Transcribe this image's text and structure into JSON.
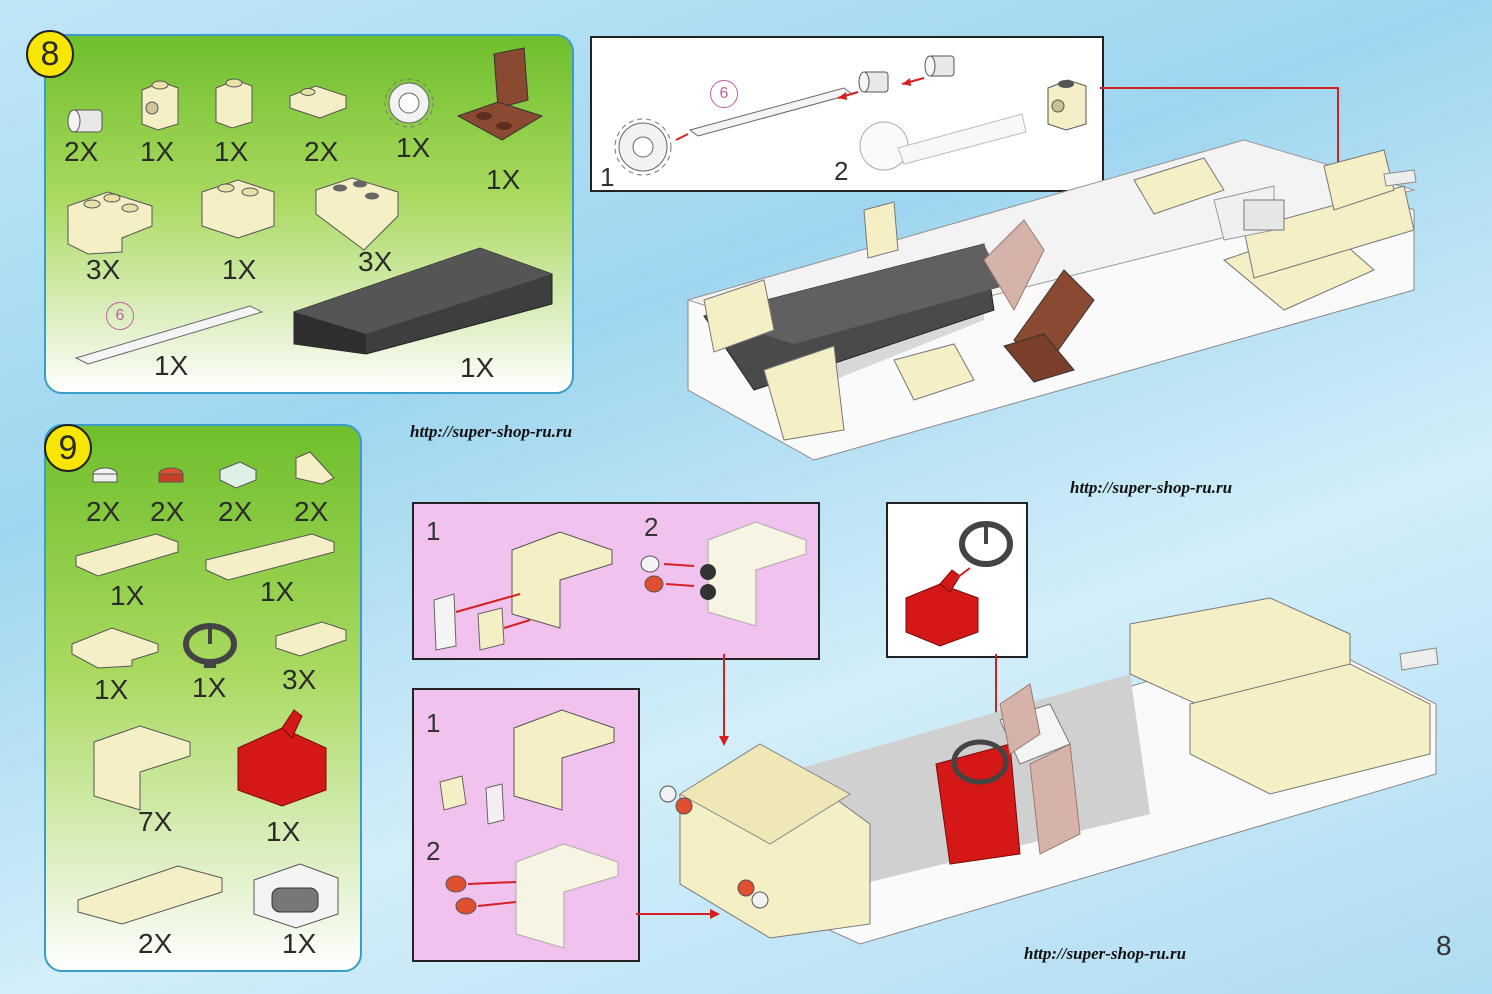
{
  "page_number": "8",
  "watermark_url": "http://super-shop-ru.ru",
  "step8": {
    "number": "8",
    "quantities": [
      "2X",
      "1X",
      "1X",
      "2X",
      "1X",
      "1X",
      "3X",
      "1X",
      "3X",
      "1X",
      "1X"
    ],
    "axle_marker": "6"
  },
  "step8_detail": {
    "axle_marker": "6",
    "sub_labels": [
      "1",
      "2"
    ]
  },
  "step9": {
    "number": "9",
    "quantities": [
      "2X",
      "2X",
      "2X",
      "2X",
      "1X",
      "1X",
      "1X",
      "1X",
      "3X",
      "7X",
      "1X",
      "2X",
      "1X"
    ]
  },
  "step9_detail_a": {
    "sub_labels": [
      "1",
      "2"
    ]
  },
  "step9_detail_b": {
    "sub_labels": [
      "1",
      "2"
    ]
  },
  "colors": {
    "cream": "#f5efc6",
    "dark_gray": "#4a4a4a",
    "brown": "#8a4a32",
    "red": "#d41818",
    "panel_green": "#6fbf2c",
    "panel_pink": "#f2c2ef",
    "step_badge": "#f7e600"
  }
}
